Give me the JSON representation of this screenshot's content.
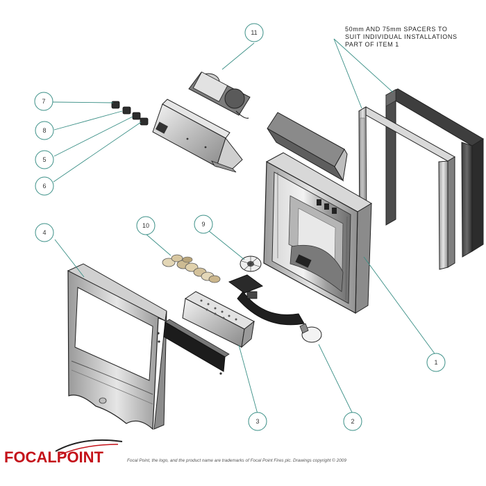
{
  "note": {
    "lines": [
      "50mm AND 75mm SPACERS TO",
      "SUIT INDIVIDUAL INSTALLATIONS",
      "PART OF ITEM 1"
    ]
  },
  "callouts": [
    {
      "label": "1"
    },
    {
      "label": "2"
    },
    {
      "label": "3"
    },
    {
      "label": "4"
    },
    {
      "label": "5"
    },
    {
      "label": "6"
    },
    {
      "label": "7"
    },
    {
      "label": "8"
    },
    {
      "label": "9"
    },
    {
      "label": "10"
    },
    {
      "label": "11"
    }
  ],
  "logo": {
    "text": "FOCALPOINT",
    "color": "#c4121a"
  },
  "footer": {
    "text": "Focal Point, the logo, and the product name are trademarks of Focal Point Fires plc. Drawings copyright © 2009"
  },
  "colors": {
    "leader": "#3a8f86",
    "outline": "#222222",
    "dark_frame": "#4a4a4a",
    "light_frame": "#cfcfcf"
  }
}
